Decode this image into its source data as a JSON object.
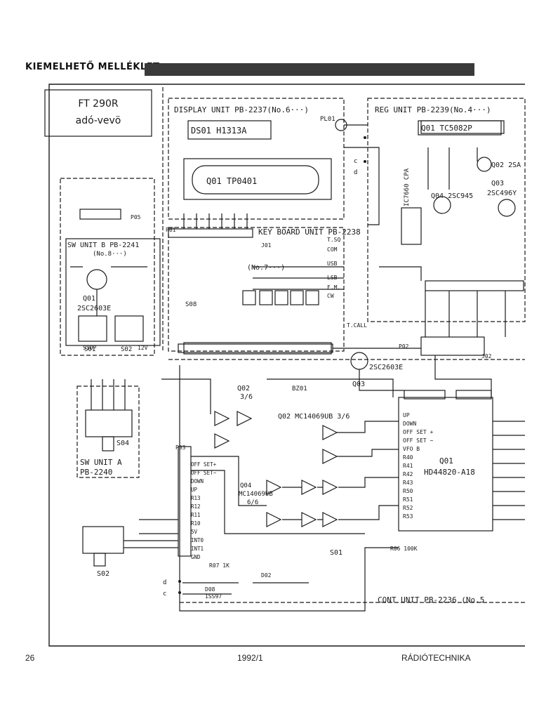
{
  "header": {
    "title": "KIEMELHETŐ MELLÉKLET"
  },
  "model": {
    "line1": "FT 290R",
    "line2": "adó-vevö"
  },
  "units": {
    "display": "DISPLAY UNIT PB-2237(No.6···)",
    "reg": "REG UNIT PB-2239(No.4···)",
    "keyboard": "KEY BOARD UNIT PB-2238",
    "keyboard_no": "(No.7···)",
    "sw_b": "SW UNIT B PB-2241",
    "sw_b_no": "(No.8···)",
    "sw_a_1": "SW UNIT A",
    "sw_a_2": "PB-2240",
    "cont": "CONT UNIT PB-2236 (No.5"
  },
  "components": {
    "ds01": "DS01 H1313A",
    "q01_display": "Q01 TP0401",
    "q01_reg": "Q01 TC5082P",
    "q04_reg": "Q04 2SC945",
    "q03_reg": "Q03",
    "q03_reg_part": "2SC496Y",
    "q02_reg": "Q02 2SA",
    "q01_swb": "Q01",
    "q01_swb_part": "2SC2603E",
    "q03_main": "Q03",
    "q03_main_part": "2SC2603E",
    "q02_top": "Q02",
    "q02_top_frac": "3/6",
    "q02_inv": "Q02 MC14069UB 3/6",
    "q04_inv": "Q04",
    "q04_inv_part": "MC14069UB",
    "q04_inv_frac": "6/6",
    "q01_main": "Q01",
    "q01_main_part": "HD44820-A18",
    "ic_cpa": "IC7660 CPA",
    "pl01": "PL01",
    "bz01": "BZ01",
    "s04": "S04",
    "s02": "S02",
    "s01": "S01",
    "s02b": "S02",
    "s01b": "S01",
    "s08": "S08"
  },
  "pins_q01": [
    "UP",
    "DOWN",
    "OFF SET +",
    "OFF SET −",
    "VFO B",
    "R40",
    "R41",
    "R42",
    "R43",
    "R50",
    "R51",
    "R52",
    "R53"
  ],
  "pins_p03": [
    "OFF SET+",
    "OFF SET−",
    "DOWN",
    "UP",
    "R13",
    "R12",
    "R11",
    "R10",
    "5V",
    "INT0",
    "INT1",
    "GND"
  ],
  "pins_kb": [
    "T.SQ",
    "COM",
    "USB",
    "LSB",
    "F.M.",
    "CW"
  ],
  "misc": {
    "r07": "R07 1K",
    "d08": "D08",
    "d08_part": "1SS97",
    "d02": "D02",
    "r06": "R06 100K",
    "tcall": "T.CALL",
    "p01": "P01",
    "p02": "P02",
    "p03": "P03",
    "p05": "P05",
    "j01": "J01",
    "j02": "J02",
    "stop": "STOP",
    "v12": "12V",
    "wire_c": "c",
    "wire_d": "d"
  },
  "footer": {
    "page": "26",
    "issue": "1992/1",
    "magazine": "RÁDIÓTECHNIKA"
  }
}
